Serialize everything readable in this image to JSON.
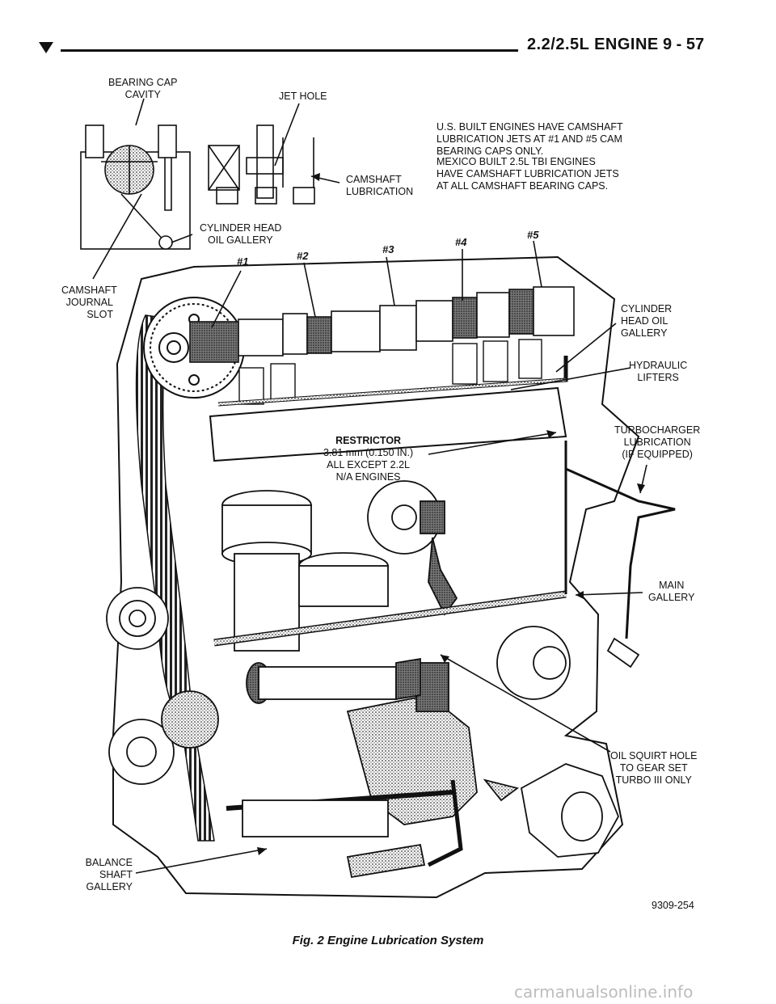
{
  "header": {
    "title": "2.2/2.5L ENGINE",
    "page": "9 - 57"
  },
  "labels": {
    "bearing_cap_cavity": [
      "BEARING CAP",
      "CAVITY"
    ],
    "jet_hole": "JET HOLE",
    "camshaft_lubrication": [
      "CAMSHAFT",
      "LUBRICATION"
    ],
    "cylinder_head_oil_gallery_top": [
      "CYLINDER HEAD",
      "OIL GALLERY"
    ],
    "camshaft_journal_slot": [
      "CAMSHAFT",
      "JOURNAL",
      "SLOT"
    ],
    "cylinder_head_oil_gallery_right": [
      "CYLINDER",
      "HEAD OIL",
      "GALLERY"
    ],
    "hydraulic_lifters": [
      "HYDRAULIC",
      "LIFTERS"
    ],
    "restrictor": [
      "RESTRICTOR",
      "3.81 mm (0.150 IN.)",
      "ALL EXCEPT 2.2L",
      "N/A ENGINES"
    ],
    "turbocharger_lubrication": [
      "TURBOCHARGER",
      "LUBRICATION",
      "(IF EQUIPPED)"
    ],
    "main_gallery": [
      "MAIN",
      "GALLERY"
    ],
    "oil_squirt_hole": [
      "OIL SQUIRT HOLE",
      "TO GEAR SET",
      "TURBO III ONLY"
    ],
    "balance_shaft_gallery": [
      "BALANCE",
      "SHAFT",
      "GALLERY"
    ]
  },
  "bearing_numbers": [
    "#1",
    "#2",
    "#3",
    "#4",
    "#5"
  ],
  "notes": {
    "us_built": [
      "U.S. BUILT ENGINES HAVE CAMSHAFT",
      "LUBRICATION JETS AT #1 AND #5 CAM",
      "BEARING CAPS ONLY."
    ],
    "mexico_built": [
      "MEXICO BUILT 2.5L TBI ENGINES",
      "HAVE CAMSHAFT LUBRICATION JETS",
      "AT ALL CAMSHAFT BEARING CAPS."
    ]
  },
  "figure_id": "9309-254",
  "caption": "Fig. 2 Engine Lubrication System",
  "watermark": "carmanualsonline.info"
}
